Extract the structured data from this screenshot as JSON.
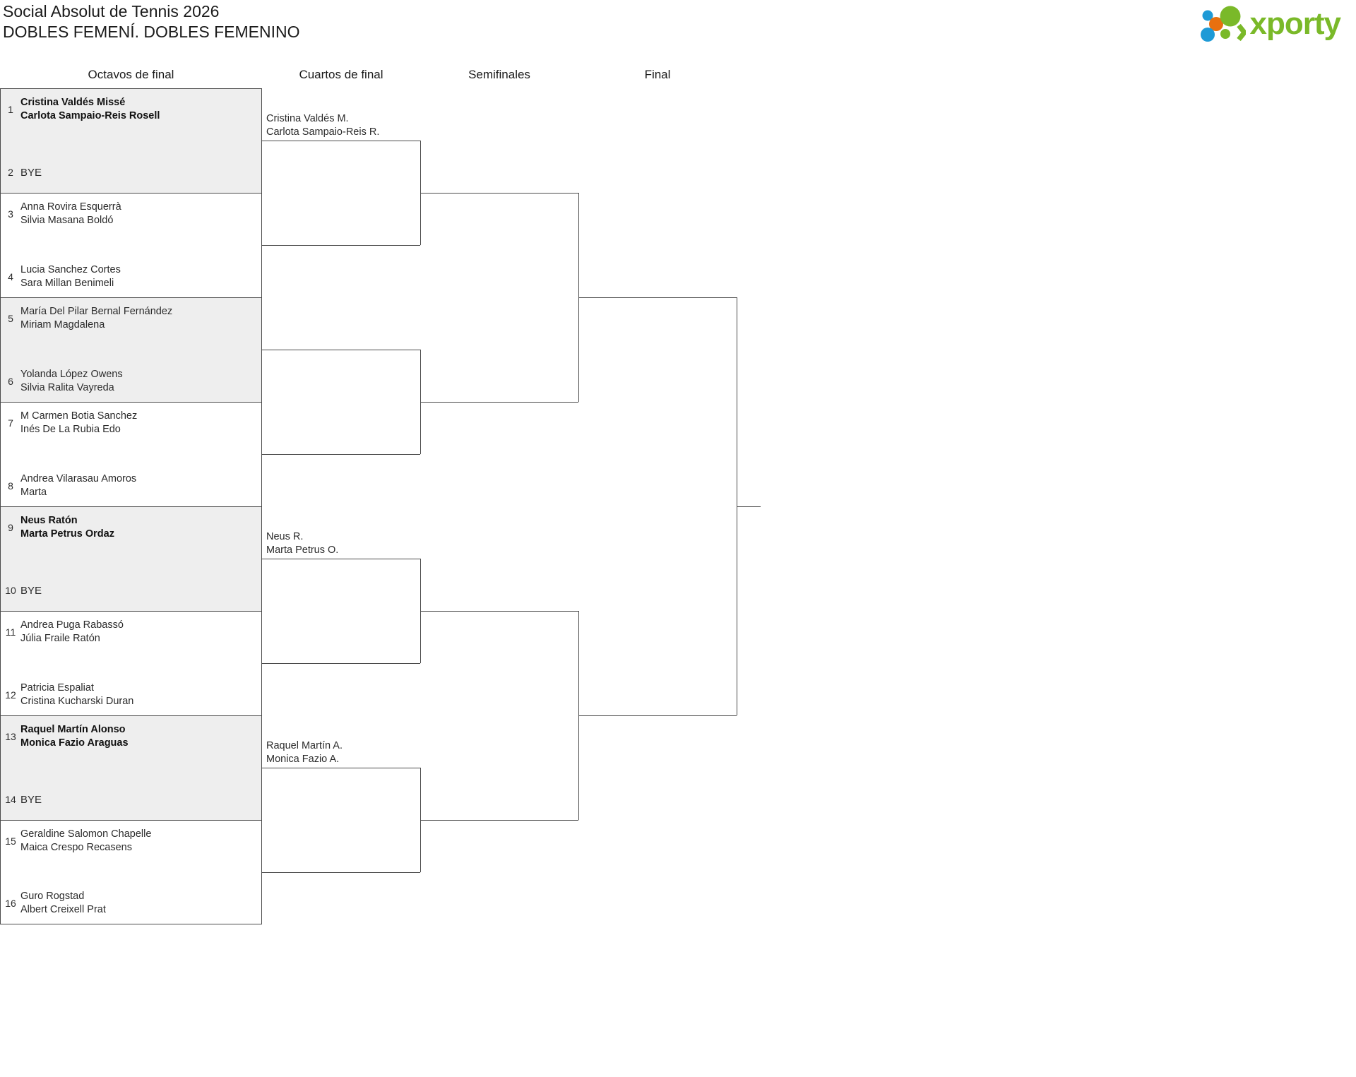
{
  "header": {
    "tournament_title": "Social Absolut de Tennis 2026",
    "category_title": "DOBLES FEMENÍ. DOBLES FEMENINO",
    "logo_word": "xporty",
    "logo_colors": {
      "green": "#7ab929",
      "blue": "#1e9ad6",
      "orange": "#e8700f"
    }
  },
  "rounds": [
    {
      "label": "Octavos de final"
    },
    {
      "label": "Cuartos de final"
    },
    {
      "label": "Semifinales"
    },
    {
      "label": "Final"
    }
  ],
  "round1_matches": [
    {
      "shaded": true,
      "top": {
        "seed": "1",
        "line1": "Cristina Valdés Missé",
        "line2": "Carlota Sampaio-Reis Rosell",
        "bold": true,
        "bye": false
      },
      "bottom": {
        "seed": "2",
        "line1": "BYE",
        "line2": "",
        "bold": false,
        "bye": true
      }
    },
    {
      "shaded": false,
      "top": {
        "seed": "3",
        "line1": "Anna Rovira Esquerrà",
        "line2": "Silvia Masana Boldó",
        "bold": false,
        "bye": false
      },
      "bottom": {
        "seed": "4",
        "line1": "Lucia Sanchez Cortes",
        "line2": "Sara Millan Benimeli",
        "bold": false,
        "bye": false
      }
    },
    {
      "shaded": true,
      "top": {
        "seed": "5",
        "line1": "María Del Pilar Bernal Fernández",
        "line2": "Miriam Magdalena",
        "bold": false,
        "bye": false
      },
      "bottom": {
        "seed": "6",
        "line1": "Yolanda López Owens",
        "line2": "Silvia Ralita Vayreda",
        "bold": false,
        "bye": false
      }
    },
    {
      "shaded": false,
      "top": {
        "seed": "7",
        "line1": "M Carmen Botia Sanchez",
        "line2": "Inés De La Rubia Edo",
        "bold": false,
        "bye": false
      },
      "bottom": {
        "seed": "8",
        "line1": "Andrea Vilarasau Amoros",
        "line2": "Marta",
        "bold": false,
        "bye": false
      }
    },
    {
      "shaded": true,
      "top": {
        "seed": "9",
        "line1": "Neus Ratón",
        "line2": "Marta Petrus Ordaz",
        "bold": true,
        "bye": false
      },
      "bottom": {
        "seed": "10",
        "line1": "BYE",
        "line2": "",
        "bold": false,
        "bye": true
      }
    },
    {
      "shaded": false,
      "top": {
        "seed": "11",
        "line1": "Andrea Puga Rabassó",
        "line2": "Júlia Fraile Ratón",
        "bold": false,
        "bye": false
      },
      "bottom": {
        "seed": "12",
        "line1": "Patricia Espaliat",
        "line2": "Cristina Kucharski Duran",
        "bold": false,
        "bye": false
      }
    },
    {
      "shaded": true,
      "top": {
        "seed": "13",
        "line1": "Raquel Martín Alonso",
        "line2": "Monica Fazio Araguas",
        "bold": true,
        "bye": false
      },
      "bottom": {
        "seed": "14",
        "line1": "BYE",
        "line2": "",
        "bold": false,
        "bye": true
      }
    },
    {
      "shaded": false,
      "top": {
        "seed": "15",
        "line1": "Geraldine Salomon Chapelle",
        "line2": "Maica Crespo Recasens",
        "bold": false,
        "bye": false
      },
      "bottom": {
        "seed": "16",
        "line1": "Guro Rogstad",
        "line2": "Albert Creixell Prat",
        "bold": false,
        "bye": false
      }
    }
  ],
  "round2_labels": [
    {
      "line1": "Cristina Valdés M.",
      "line2": "Carlota Sampaio-Reis R."
    },
    {
      "line1": "",
      "line2": ""
    },
    {
      "line1": "Neus R.",
      "line2": "Marta Petrus O."
    },
    {
      "line1": "",
      "line2": ""
    },
    {
      "line1": "Raquel Martín A.",
      "line2": "Monica Fazio A."
    },
    {
      "line1": "",
      "line2": ""
    }
  ]
}
